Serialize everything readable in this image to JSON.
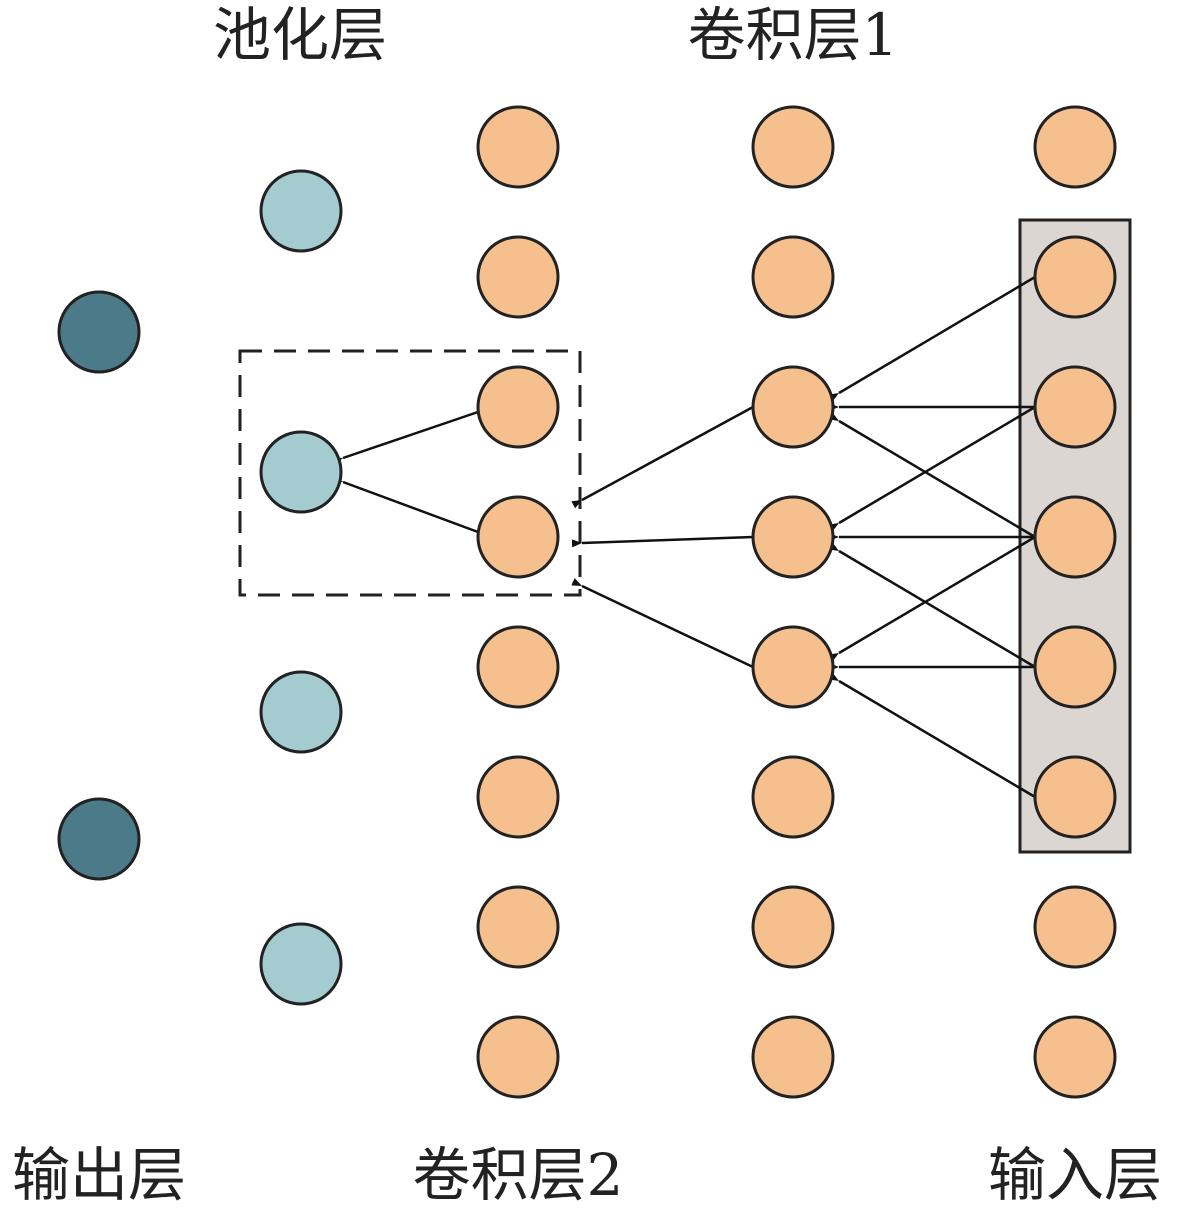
{
  "labels": {
    "pool": "池化层",
    "conv1": "卷积层1",
    "output": "输出层",
    "conv2": "卷积层2",
    "input": "输入层"
  },
  "layers": [
    {
      "id": "output",
      "count": 2,
      "color": "#4b7b88"
    },
    {
      "id": "pool",
      "count": 4,
      "color": "#a3cbd0"
    },
    {
      "id": "conv2",
      "count": 8,
      "color": "#f6c08e"
    },
    {
      "id": "conv1",
      "count": 8,
      "color": "#f6c08e"
    },
    {
      "id": "input",
      "count": 8,
      "color": "#f6c08e"
    }
  ],
  "colors": {
    "stroke": "#222222",
    "arrow": "#111111",
    "receptive_field_fill": "#dcd6d2"
  }
}
